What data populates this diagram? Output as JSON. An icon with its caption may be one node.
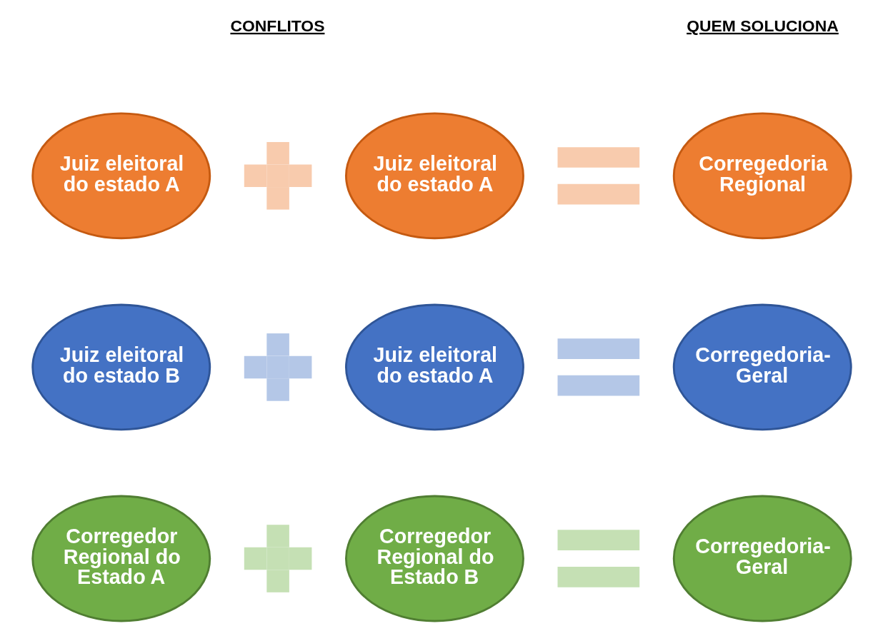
{
  "diagram": {
    "nodes": [
      {
        "text": [
          "Juiz eleitoral do estado A"
        ]
      },
      {
        "text": [],
        "shape": "plus"
      },
      {
        "text": [
          "Juiz eleitoral do estado A"
        ]
      },
      {
        "text": [],
        "shape": "equals"
      },
      {
        "text": [
          "Corregedoria Regional"
        ]
      },
      {
        "text": [
          "Juiz eleitoral do estado B"
        ]
      },
      {
        "text": [],
        "shape": "plus"
      },
      {
        "text": [
          "Juiz eleitoral do estado A"
        ]
      },
      {
        "text": [],
        "shape": "equals"
      },
      {
        "text": [
          "Corregedoria-Geral"
        ]
      },
      {
        "text": [
          "Corregedor Regional do Estado A"
        ]
      },
      {
        "text": [],
        "shape": "plus"
      },
      {
        "text": [
          "Corregedor Regional do Estado B"
        ]
      },
      {
        "text": [],
        "shape": "equals"
      },
      {
        "text": [
          "Corregedoria-Geral"
        ]
      }
    ],
    "edges": [],
    "labels": [
      "CONFLITOS",
      "QUEM SOLUCIONA"
    ]
  }
}
